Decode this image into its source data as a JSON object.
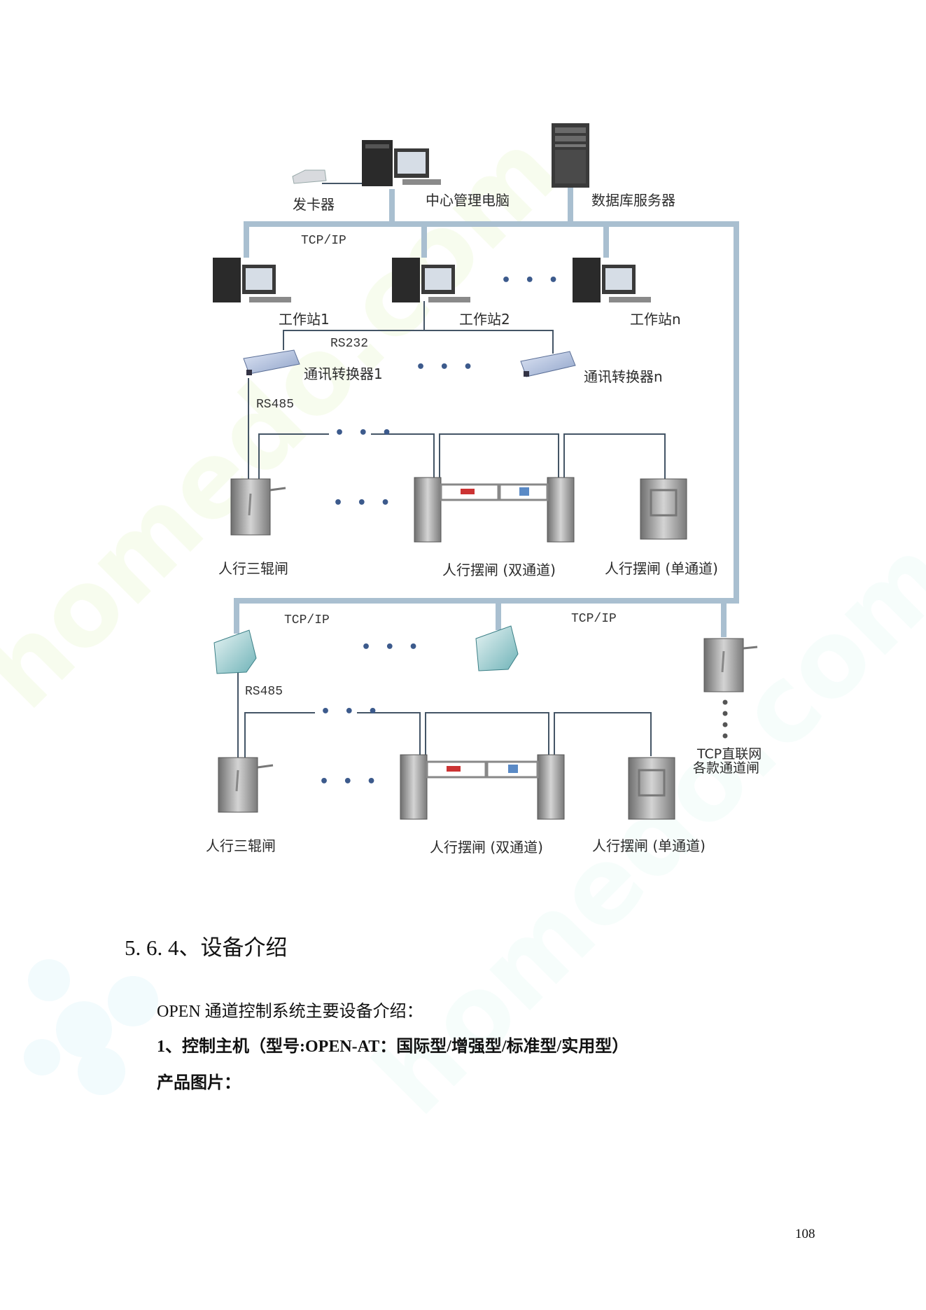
{
  "diagram": {
    "top": {
      "card_issuer": "发卡器",
      "central_pc": "中心管理电脑",
      "db_server": "数据库服务器",
      "tcpip": "TCP/IP",
      "workstation_1": "工作站1",
      "workstation_2": "工作站2",
      "workstation_n": "工作站n",
      "rs232": "RS232",
      "converter_1": "通讯转换器1",
      "converter_n": "通讯转换器n",
      "rs485": "RS485",
      "tripod": "人行三辊闸",
      "swing_double": "人行摆闸 (双通道)",
      "swing_single": "人行摆闸 (单通道)"
    },
    "bottom": {
      "tcpip_left": "TCP/IP",
      "tcpip_right": "TCP/IP",
      "rs485": "RS485",
      "tcp_direct_line1": "TCP直联网",
      "tcp_direct_line2": "各款通道闸",
      "tripod": "人行三辊闸",
      "swing_double": "人行摆闸 (双通道)",
      "swing_single": "人行摆闸 (单通道)"
    },
    "ellipsis": "• • •"
  },
  "text": {
    "section_heading": "5. 6. 4、设备介绍",
    "intro": "OPEN 通道控制系统主要设备介绍：",
    "item1": "1、控制主机（型号:OPEN-AT：国际型/增强型/标准型/实用型）",
    "product_pictures": "产品图片："
  },
  "page_number": "108",
  "colors": {
    "bus_line": "#a9bfd0",
    "thin_line": "#445566",
    "dots": "#3c5a8c"
  }
}
